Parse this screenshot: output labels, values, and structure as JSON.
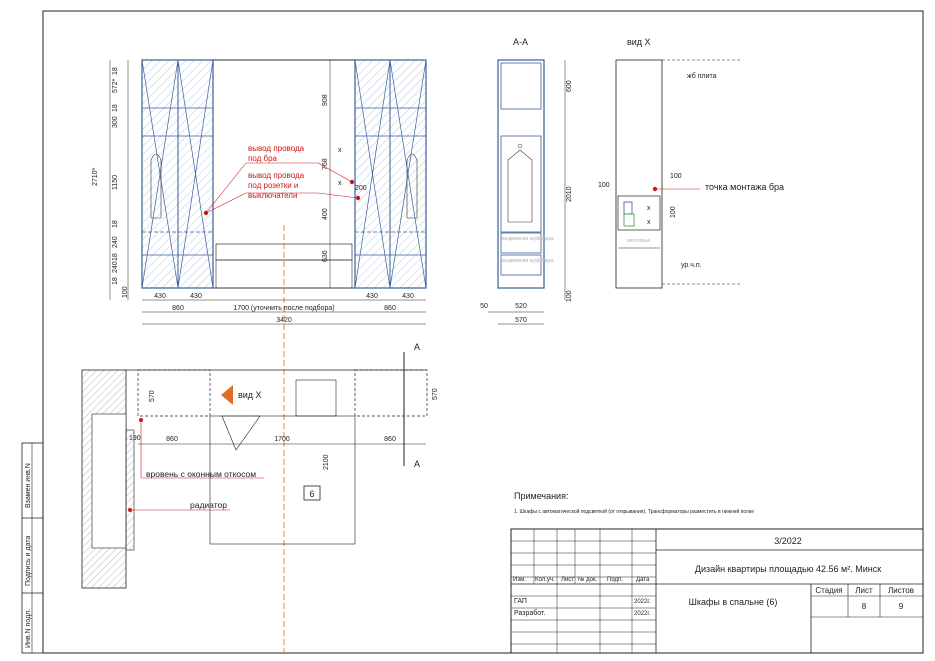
{
  "views": {
    "section_aa": {
      "title": "А-А",
      "drawer_label_1": "выдвижная шуфлядка",
      "drawer_label_2": "выдвижная шуфлядка"
    },
    "view_x": {
      "title": "вид Х",
      "headboard_label": "изголовье"
    }
  },
  "front_dims": {
    "vertical_left": [
      "18",
      "572*",
      "18",
      "300",
      "1150",
      "18",
      "240",
      "18",
      "240",
      "18",
      "100"
    ],
    "overall_height": "2710*",
    "center_vertical": [
      "908",
      "768",
      "400",
      "636"
    ],
    "x_marks": [
      "x",
      "x"
    ],
    "small_200": "200",
    "bottom_row1": [
      "430",
      "430",
      "430",
      "430"
    ],
    "bottom_row2": [
      "860",
      "1700 (уточнить после подбора)",
      "860"
    ],
    "bottom_total": "3420"
  },
  "section_dims": {
    "right_vertical": [
      "600",
      "2010",
      "100"
    ],
    "bottom": [
      "50",
      "520",
      "570"
    ]
  },
  "viewx_dims": {
    "dim_100_a": "100",
    "dim_100_b": "100",
    "dim_100_c": "100",
    "x_marks": [
      "x",
      "x"
    ]
  },
  "plan_dims": {
    "d570_left": "570",
    "d570_right": "570",
    "d190": "190",
    "row": [
      "860",
      "1700",
      "860"
    ],
    "d2100": "2100",
    "room_no": "6",
    "aa_mark_top": "А",
    "aa_mark_bottom": "А"
  },
  "annotations": {
    "sconce_wire": "вывод провода под бра",
    "socket_wire": "вывод провода под розетки и выключатели",
    "slab": "жб плита",
    "sconce_point": "точка монтажа бра",
    "floor_level": "ур.ч.п.",
    "view_x_arrow": "вид Х",
    "window_flush": "вровень с оконным откосом",
    "radiator": "радиатор"
  },
  "notes": {
    "title": "Примечания:",
    "item1": "1. Шкафы с автоматической подсветкой (от открывания). Трансформаторы разместить в нижней полке"
  },
  "title_block": {
    "doc_code": "3/2022",
    "project": "Дизайн квартиры площадью 42.56 м². Минск",
    "sheet_title": "Шкафы в спальне (6)",
    "col_headers": [
      "Изм.",
      "Кол.уч.",
      "Лист",
      "№ док.",
      "Подп.",
      "Дата"
    ],
    "stage_header": "Стадия",
    "sheet_header": "Лист",
    "sheets_header": "Листов",
    "sheet_no": "8",
    "sheets_total": "9",
    "roles": [
      {
        "role": "ГАП",
        "date": "2022г."
      },
      {
        "role": "Разработ.",
        "date": "2022г."
      }
    ]
  },
  "side_stamp": {
    "replaced_inv": "Взамен инв.N",
    "sign_date": "Подпись и дата",
    "inv_orig": "Инв.N подл."
  },
  "colors": {
    "line": "#222222",
    "blue": "#3a5f9a",
    "hatch": "#7c9cc8",
    "red": "#cc1a1a",
    "orange": "#e36b2a"
  }
}
